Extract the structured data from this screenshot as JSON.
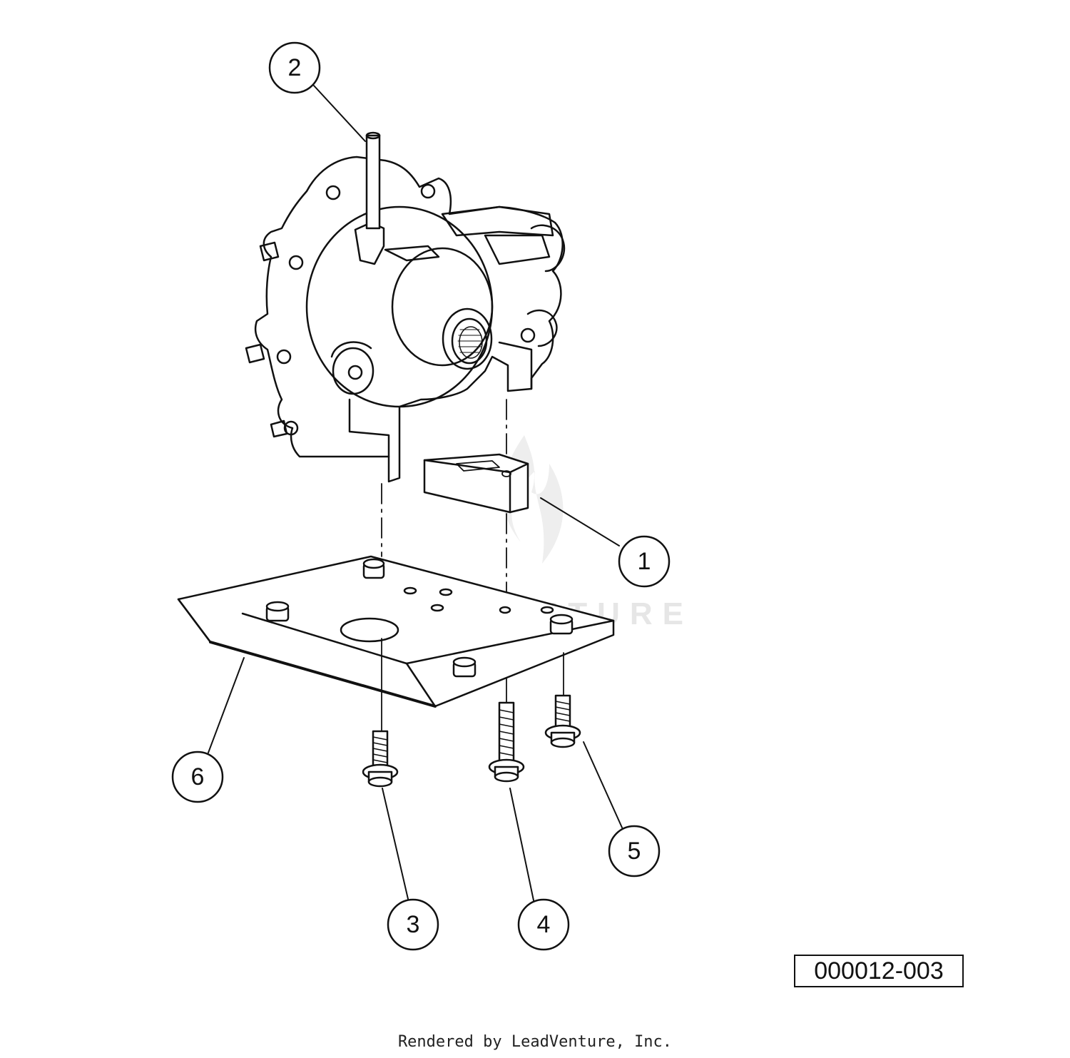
{
  "watermark": {
    "text": "LEADVENTURE"
  },
  "callouts": [
    {
      "id": "1",
      "label": "1"
    },
    {
      "id": "2",
      "label": "2"
    },
    {
      "id": "3",
      "label": "3"
    },
    {
      "id": "4",
      "label": "4"
    },
    {
      "id": "5",
      "label": "5"
    },
    {
      "id": "6",
      "label": "6"
    }
  ],
  "diagram_id": "000012-003",
  "credit": "Rendered by LeadVenture, Inc.",
  "colors": {
    "line": "#111111",
    "background": "#ffffff",
    "watermark": "#e6e6e6"
  }
}
